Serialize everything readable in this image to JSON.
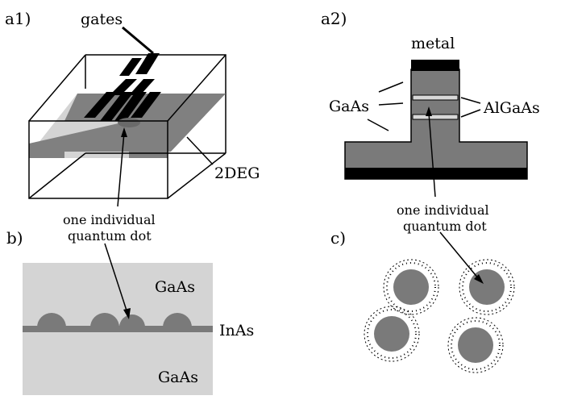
{
  "panels": {
    "a1": "a1)",
    "a2": "a2)",
    "b": "b)",
    "c": "c)"
  },
  "a1": {
    "gates_label": "gates",
    "twodeg_label": "2DEG",
    "dot_label_line1": "one individual",
    "dot_label_line2": "quantum dot"
  },
  "a2": {
    "metal_label": "metal",
    "gaas_label": "GaAs",
    "algaas_label": "AlGaAs",
    "dot_label_line1": "one individual",
    "dot_label_line2": "quantum dot"
  },
  "b": {
    "gaas_top_label": "GaAs",
    "inas_label": "InAs",
    "gaas_bottom_label": "GaAs"
  },
  "colors": {
    "dark_gray": "#7a7a7a",
    "light_gray": "#d4d4d4",
    "medium_gray": "#8a8a8a",
    "black": "#000000"
  }
}
